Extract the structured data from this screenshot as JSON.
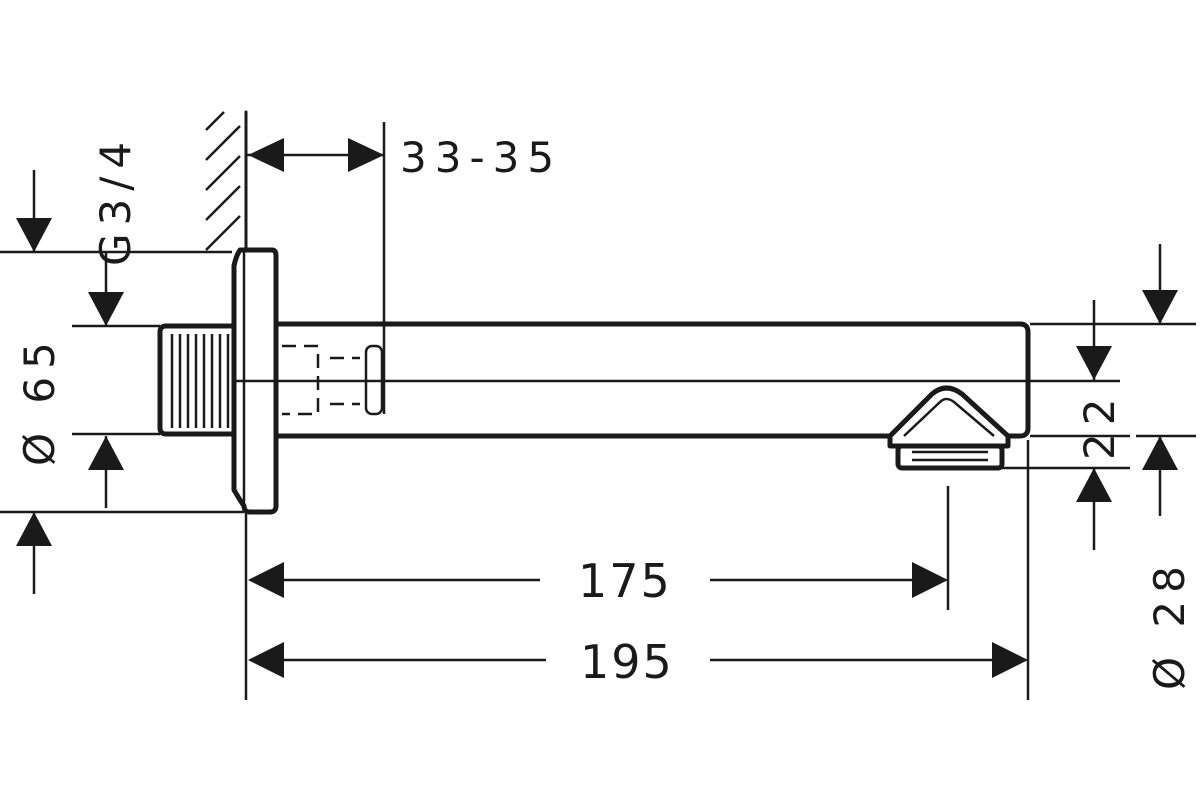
{
  "dimensions": {
    "wall_thickness": "33-35",
    "thread": "G3/4",
    "flange_diameter": "Ø 65",
    "spout_height": "22",
    "aerator_diameter": "Ø 28",
    "outlet_distance": "175",
    "total_length": "195"
  }
}
